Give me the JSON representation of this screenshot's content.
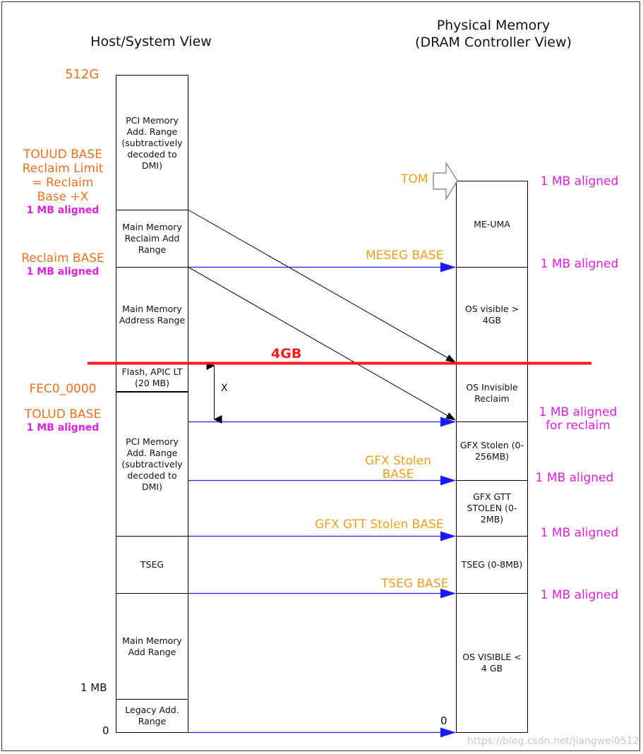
{
  "headers": {
    "host_view": "Host/System View",
    "physical_line1": "Physical Memory",
    "physical_line2": "(DRAM Controller View)"
  },
  "left_labels": {
    "top_512g": "512G",
    "touud_l1": "TOUUD BASE",
    "touud_l2": "Reclaim Limit",
    "touud_l3": "= Reclaim",
    "touud_l4": "Base +X",
    "touud_aligned": "1 MB aligned",
    "reclaim_base": "Reclaim BASE",
    "reclaim_aligned": "1 MB aligned",
    "fec0": "FEC0_0000",
    "tolud": "TOLUD BASE",
    "tolud_aligned": "1 MB aligned",
    "one_mb": "1 MB",
    "zero": "0"
  },
  "host_regions": [
    "PCI Memory Add. Range (subtractively decoded to DMI)",
    "Main Memory Reclaim Add Range",
    "Main Memory Address Range",
    "Flash, APIC LT (20 MB)",
    "PCI Memory Add. Range (subtractively decoded to DMI)",
    "TSEG",
    "Main Memory Add Range",
    "Legacy Add. Range"
  ],
  "dram_regions": [
    "ME-UMA",
    "OS visible > 4GB",
    "OS Invisible Reclaim",
    "GFX Stolen (0-256MB)",
    "GFX GTT STOLEN (0-2MB)",
    "TSEG (0-8MB)",
    "OS VISIBLE < 4 GB"
  ],
  "arrow_labels": {
    "tom": "TOM",
    "meseg": "MESEG BASE",
    "gfx_stolen_l1": "GFX Stolen",
    "gfx_stolen_l2": "BASE",
    "gfx_gtt": "GFX GTT Stolen BASE",
    "tseg": "TSEG BASE",
    "zero": "0",
    "x": "X"
  },
  "boundary": {
    "label": "4GB",
    "color": "#ff1a1a"
  },
  "right_labels": {
    "a1": "1 MB aligned",
    "a2": "1 MB aligned",
    "a3_l1": "1 MB aligned",
    "a3_l2": "for reclaim",
    "a4": "1 MB aligned",
    "a5": "1 MB aligned",
    "a6": "1 MB aligned"
  },
  "watermark": "https://blog.csdn.net/jiangwei0512",
  "colors": {
    "orange": "#f07020",
    "gold": "#f0a020",
    "magenta": "#e020e0",
    "arrow_blue": "#1a1aff",
    "line_red": "#ff1a1a"
  }
}
